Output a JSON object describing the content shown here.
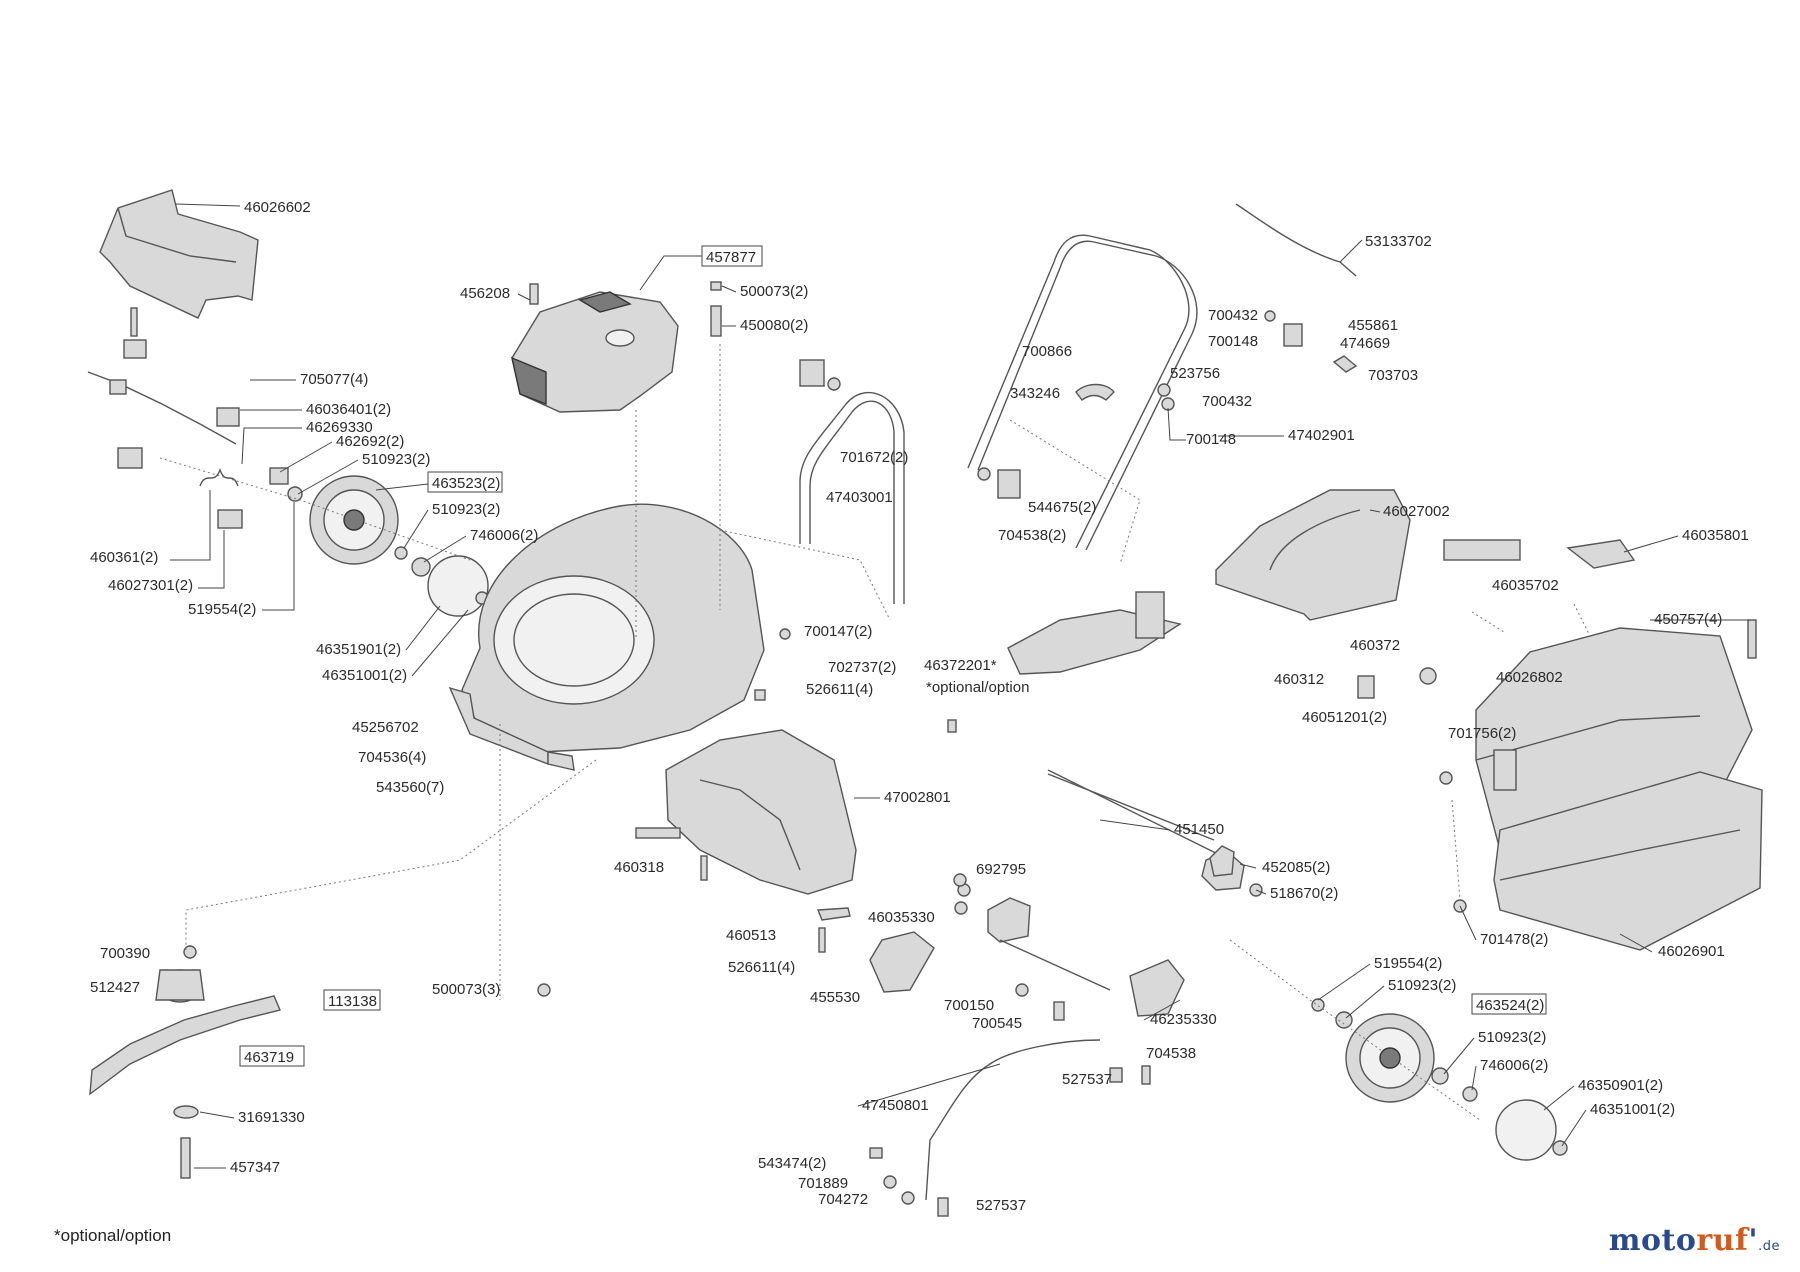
{
  "labels": [
    "46026602",
    "457877",
    "456208",
    "500073(2)",
    "450080(2)",
    "53133702",
    "700432",
    "455861",
    "700148",
    "474669",
    "700866",
    "523756",
    "703703",
    "343246",
    "700432",
    "700148",
    "47402901",
    "705077(4)",
    "46036401(2)",
    "46269330",
    "462692(2)",
    "510923(2)",
    "463523(2)",
    "510923(2)",
    "746006(2)",
    "460361(2)",
    "46027301(2)",
    "519554(2)",
    "46351901(2)",
    "46351001(2)",
    "701672(2)",
    "544675(2)",
    "47403001",
    "704538(2)",
    "46027002",
    "46035801",
    "46035702",
    "450757(4)",
    "700147(2)",
    "702737(2)",
    "46372201*",
    "*optional/option",
    "460372",
    "460312",
    "46051201(2)",
    "46026802",
    "526611(4)",
    "45256702",
    "704536(4)",
    "543560(7)",
    "47002801",
    "701756(2)",
    "451450",
    "460318",
    "692795",
    "452085(2)",
    "518670(2)",
    "701478(2)",
    "46026901",
    "700390",
    "460513",
    "46035330",
    "526611(4)",
    "512427",
    "113138",
    "500073(3)",
    "455530",
    "700150",
    "700545",
    "46235330",
    "519554(2)",
    "510923(2)",
    "463524(2)",
    "463719",
    "704538",
    "527537",
    "510923(2)",
    "746006(2)",
    "31691330",
    "47450801",
    "46350901(2)",
    "46351001(2)",
    "457347",
    "543474(2)",
    "701889",
    "704272",
    "527537"
  ],
  "footnote": "*optional/option",
  "logo": {
    "part1": "moto",
    "part2": "ruf",
    "part3": "'",
    "tld": ".de"
  },
  "colors": {
    "line": "#555555",
    "fill": "#d9d9d9",
    "logo_blue": "#2a4a8f",
    "logo_orange": "#d35a1b"
  }
}
